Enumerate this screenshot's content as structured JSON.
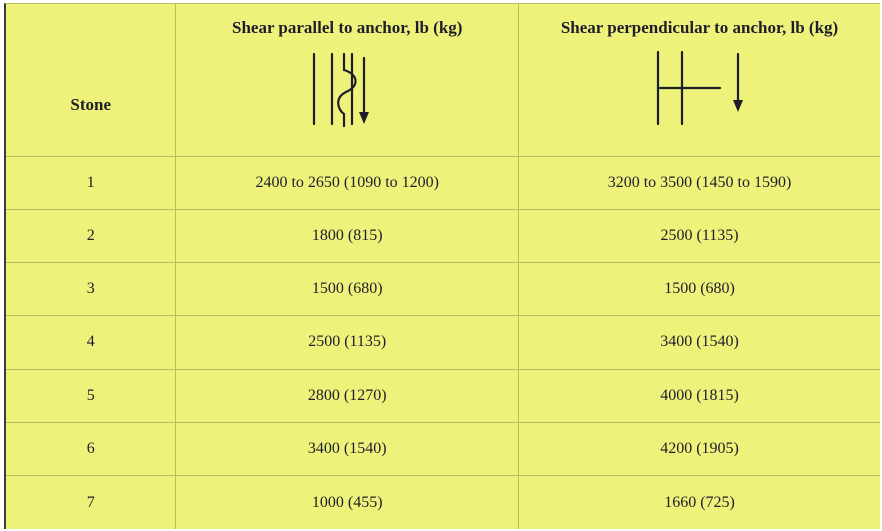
{
  "table": {
    "headers": {
      "stone": "Stone",
      "parallel": "Shear parallel to anchor, lb (kg)",
      "perpendicular": "Shear perpendicular to anchor, lb (kg)"
    },
    "diagram_icons": {
      "parallel": "shear-parallel-diagram-icon",
      "perpendicular": "shear-perpendicular-diagram-icon"
    },
    "rows": [
      {
        "stone": "1",
        "parallel": "2400 to 2650 (1090 to 1200)",
        "perpendicular": "3200 to 3500 (1450 to 1590)"
      },
      {
        "stone": "2",
        "parallel": "1800 (815)",
        "perpendicular": "2500 (1135)"
      },
      {
        "stone": "3",
        "parallel": "1500 (680)",
        "perpendicular": "1500 (680)"
      },
      {
        "stone": "4",
        "parallel": "2500 (1135)",
        "perpendicular": "3400 (1540)"
      },
      {
        "stone": "5",
        "parallel": "2800 (1270)",
        "perpendicular": "4000 (1815)"
      },
      {
        "stone": "6",
        "parallel": "3400 (1540)",
        "perpendicular": "4200 (1905)"
      },
      {
        "stone": "7",
        "parallel": "1000 (455)",
        "perpendicular": "1660 (725)"
      }
    ],
    "colors": {
      "background": "#eef27a",
      "text": "#1e1e2a",
      "rule": "#b9bd62"
    }
  }
}
